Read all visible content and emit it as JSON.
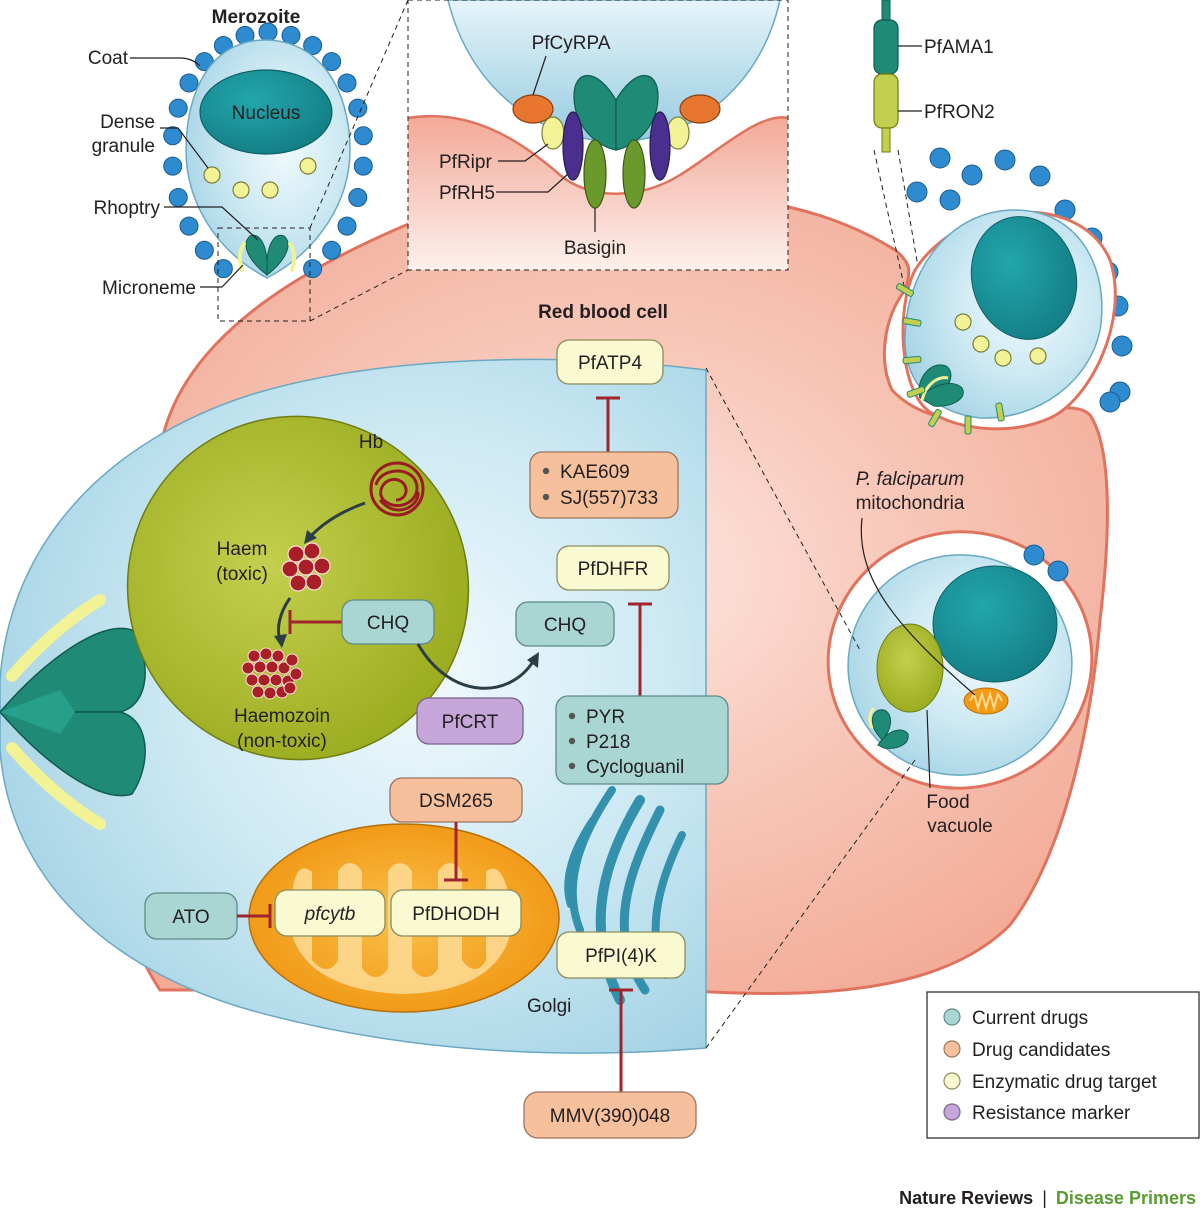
{
  "merozoite": {
    "title": "Merozoite",
    "labels": {
      "coat": "Coat",
      "nucleus": "Nucleus",
      "dense_granule_1": "Dense",
      "dense_granule_2": "granule",
      "rhoptry": "Rhoptry",
      "microneme": "Microneme"
    }
  },
  "invasion_inset": {
    "labels": {
      "pfcyrpa": "PfCyRPA",
      "pfripr": "PfRipr",
      "pfrh5": "PfRH5",
      "basigin": "Basigin"
    }
  },
  "ama_complex": {
    "pfama1": "PfAMA1",
    "pfron2": "PfRON2"
  },
  "red_blood_cell": {
    "title": "Red blood cell"
  },
  "food_vacuole_pathway": {
    "hb": "Hb",
    "haem_1": "Haem",
    "haem_2": "(toxic)",
    "haemozoin_1": "Haemozoin",
    "haemozoin_2": "(non-toxic)",
    "chq_inside": "CHQ",
    "chq_outside": "CHQ",
    "pfcrt": "PfCRT"
  },
  "targets": {
    "pfatp4": "PfATP4",
    "pfatp4_drugs": [
      "KAE609",
      "SJ(557)733"
    ],
    "pfdhfr": "PfDHFR",
    "pfdhfr_drugs": [
      "PYR",
      "P218",
      "Cycloguanil"
    ],
    "dsm265": "DSM265",
    "pfdhodh": "PfDHODH",
    "pfcytb": "pfcytb",
    "ato": "ATO",
    "pfpi4k": "PfPI(4)K",
    "mmv": "MMV(390)048",
    "golgi": "Golgi"
  },
  "small_parasite": {
    "mito_species": "P. falciparum",
    "mito_word": "mitochondria",
    "food_1": "Food",
    "food_2": "vacuole"
  },
  "legend": {
    "items": [
      {
        "label": "Current drugs",
        "color": "#a9d5d3"
      },
      {
        "label": "Drug candidates",
        "color": "#f7c09d"
      },
      {
        "label": "Enzymatic drug target",
        "color": "#fafad2"
      },
      {
        "label": "Resistance marker",
        "color": "#c6a6d8"
      }
    ]
  },
  "credit": {
    "publisher": "Nature Reviews",
    "separator": "|",
    "series": "Disease Primers"
  },
  "colors": {
    "rbc": "#f3b6a4",
    "rbc_outline": "#e0735e",
    "parasite": "#bfe0ee",
    "nucleus": "#1b8e96",
    "food_vacuole": "#a3b52a",
    "mitochondrion": "#f39a13",
    "inhibition": "#a0242c",
    "brand_green": "#5a9b32"
  }
}
